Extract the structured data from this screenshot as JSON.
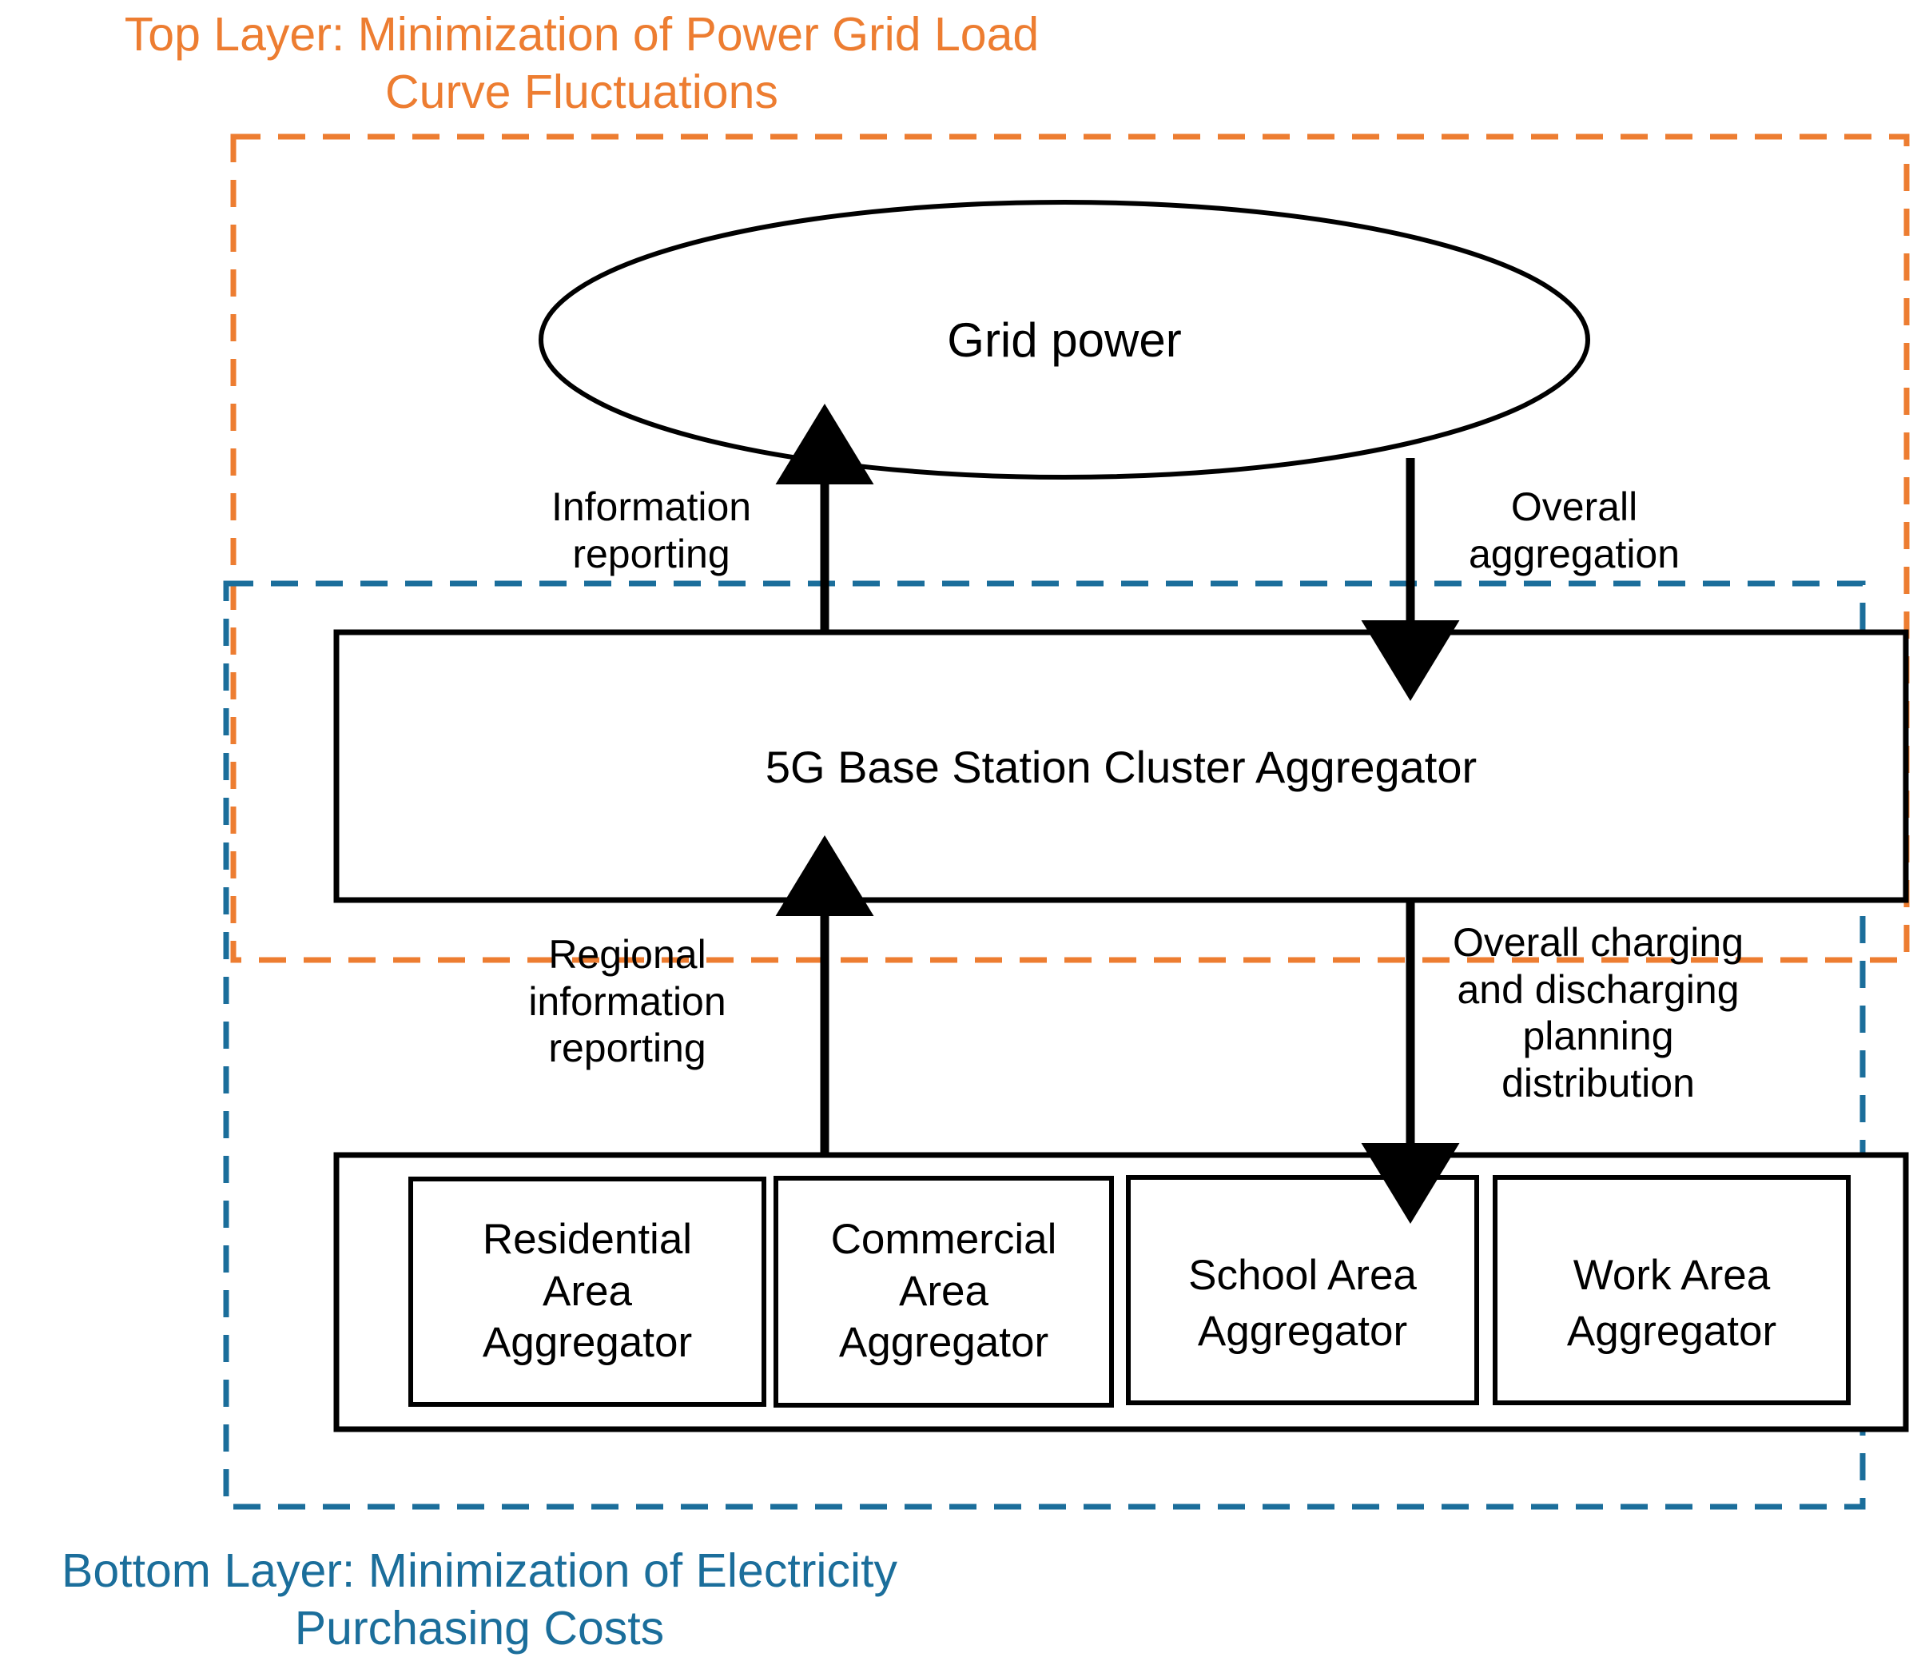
{
  "diagram": {
    "title_top": "Top Layer: Minimization of Power Grid Load\nCurve Fluctuations",
    "title_bottom": "Bottom Layer: Minimization of Electricity\nPurchasing Costs",
    "grid_node": "Grid power",
    "aggregator_node": "5G Base Station Cluster Aggregator",
    "edges": {
      "information_reporting": "Information\nreporting",
      "overall_aggregation": "Overall\naggregation",
      "regional_information_reporting": "Regional\ninformation\nreporting",
      "overall_charging": "Overall charging\nand discharging\nplanning\ndistribution"
    },
    "area_aggregators": [
      {
        "label": "Residential\nArea\nAggregator"
      },
      {
        "label": "Commercial\nArea\nAggregator"
      },
      {
        "label": "School Area\nAggregator"
      },
      {
        "label": "Work Area\nAggregator"
      }
    ],
    "colors": {
      "top_layer": "#ED7D31",
      "bottom_layer": "#1B6E9B",
      "stroke": "#000000",
      "background": "#FFFFFF"
    }
  }
}
